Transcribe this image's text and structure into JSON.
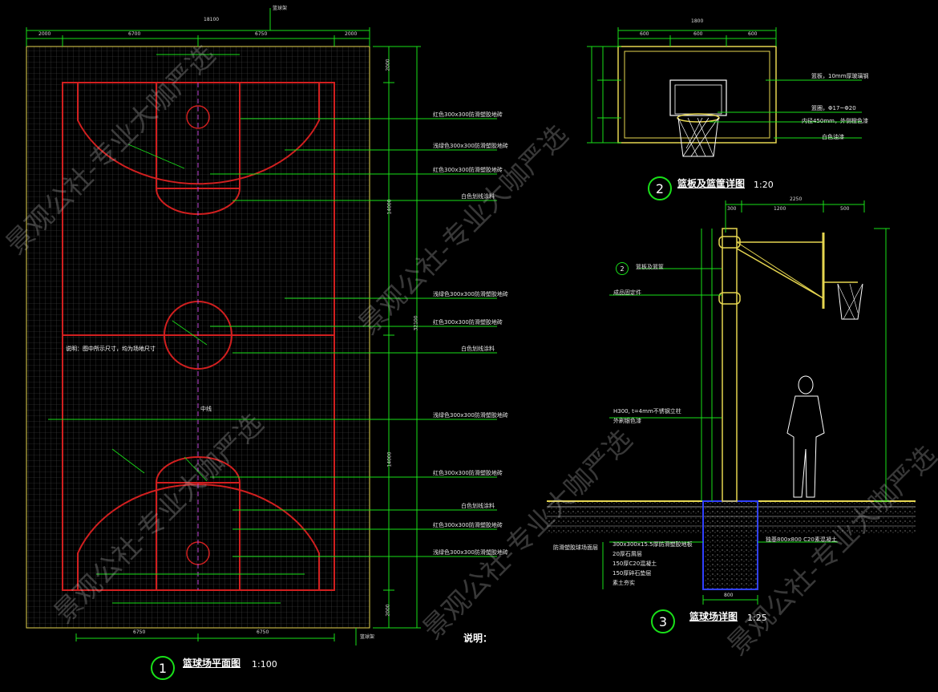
{
  "colors": {
    "background": "#000000",
    "court_line": "#d11f1f",
    "dimension": "#19e019",
    "leader": "#19e019",
    "post": "#e6d650",
    "text": "#ffffff"
  },
  "plan": {
    "number": "1",
    "title": "篮球场平面图",
    "scale": "1:100",
    "note_label": "说明：",
    "dimension_top_total": "18100",
    "dimension_top_left": "2000",
    "dimension_top_mid1": "6700",
    "dimension_top_mid2": "6750",
    "dimension_top_right": "2000",
    "dimension_right_total": "32100",
    "dimension_right_upper": "14000",
    "dimension_right_lower": "14000",
    "dimension_right_top": "2000",
    "dimension_right_bottom": "2000",
    "dimension_bottom_left": "6750",
    "dimension_bottom_right": "6750",
    "top_label": "篮球架",
    "bottom_label": "篮球架",
    "center_note": "说明：图中所示尺寸，均为场地尺寸",
    "center_label": "中线",
    "annotations": [
      "红色300x300防滑塑胶地砖",
      "浅绿色300x300防滑塑胶地砖",
      "红色300x300防滑塑胶地砖",
      "白色划线涂料",
      "浅绿色300x300防滑塑胶地砖",
      "红色300x300防滑塑胶地砖",
      "白色划线涂料",
      "浅绿色300x300防滑塑胶地砖",
      "红色300x300防滑塑胶地砖",
      "白色划线涂料",
      "红色300x300防滑塑胶地砖",
      "浅绿色300x300防滑塑胶地砖"
    ]
  },
  "backboard": {
    "number": "2",
    "title": "篮板及篮筐详图",
    "scale": "1:20",
    "dim_total": "1800",
    "dim_left": "600",
    "dim_mid": "600",
    "dim_right": "600",
    "annotations": [
      "篮板，10mm厚玻璃钢",
      "篮圈，Φ17~Φ20",
      "内径450mm，外侧橙色漆",
      "白色油漆"
    ]
  },
  "elevation": {
    "number": "3",
    "title": "篮球场详图",
    "scale": "1:25",
    "dim_top_total": "2250",
    "dim_top_a": "300",
    "dim_top_b": "1200",
    "dim_top_c": "500",
    "dim_bottom": "800",
    "ref_label": "篮板及篮筐",
    "fitting_label": "成品固定件",
    "post_label": "H300, t=4mm不锈钢立柱",
    "post_label2": "外刷银色漆",
    "footing_label": "独基800x800 C20素混凝土",
    "layers": [
      "防滑塑胶球场面层",
      "300x300x15.5厚防滑塑胶地板",
      "20厚石屑层",
      "150厚C20混凝土",
      "150厚碎石垫层",
      "素土夯实"
    ]
  },
  "watermark": "景观公社-专业大咖严选"
}
